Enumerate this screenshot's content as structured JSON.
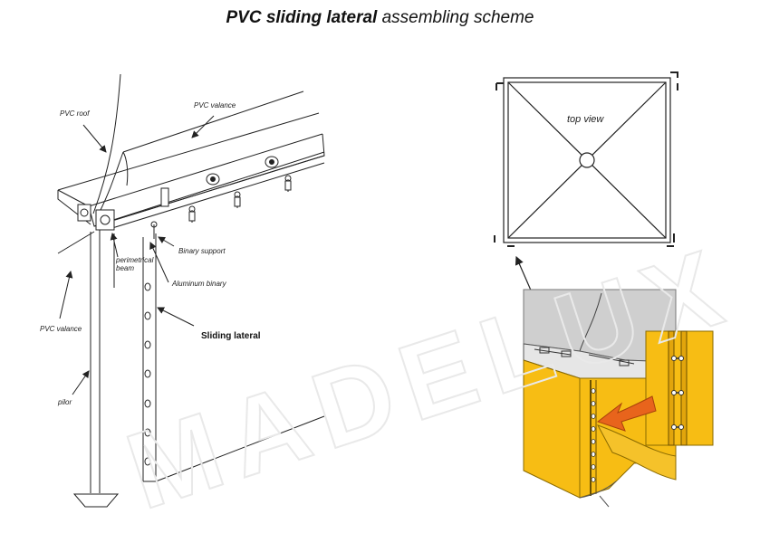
{
  "title": {
    "bold": "PVC sliding lateral",
    "rest": " assembling scheme"
  },
  "labels": {
    "pvc_roof": "PVC roof",
    "pvc_valance_top": "PVC valance",
    "perimetrical_beam_1": "perimetrical",
    "perimetrical_beam_2": "beam",
    "binary_support": "Binary support",
    "aluminum_binary": "Aluminum binary",
    "sliding_lateral": "Sliding lateral",
    "pvc_valance_left": "PVC valance",
    "pilor": "pilor",
    "top_view": "top view"
  },
  "watermark": "MADELUX",
  "colors": {
    "fabric": "#f7bd14",
    "fabric_dark": "#e2a50c",
    "roof": "#cfcfcf",
    "arrow": "#e8641c",
    "line": "#222222"
  }
}
